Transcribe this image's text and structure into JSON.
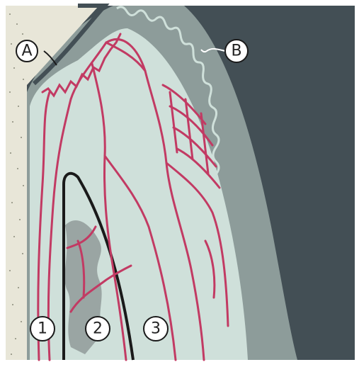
{
  "labels": {
    "A": "A",
    "B": "B",
    "one": "1",
    "two": "2",
    "three": "3"
  },
  "colors": {
    "background_dark": "#434f55",
    "outer_tissue": "#8d9c9a",
    "inner_tissue": "#cfe0da",
    "vessel": "#c23a63",
    "lamina": "#1a1a1a",
    "bone_spot": "#9aa5a3",
    "stipple_band": "#e8e6d8",
    "frame": "#ffffff"
  },
  "icons": {
    "label_marker": "circle-label"
  }
}
